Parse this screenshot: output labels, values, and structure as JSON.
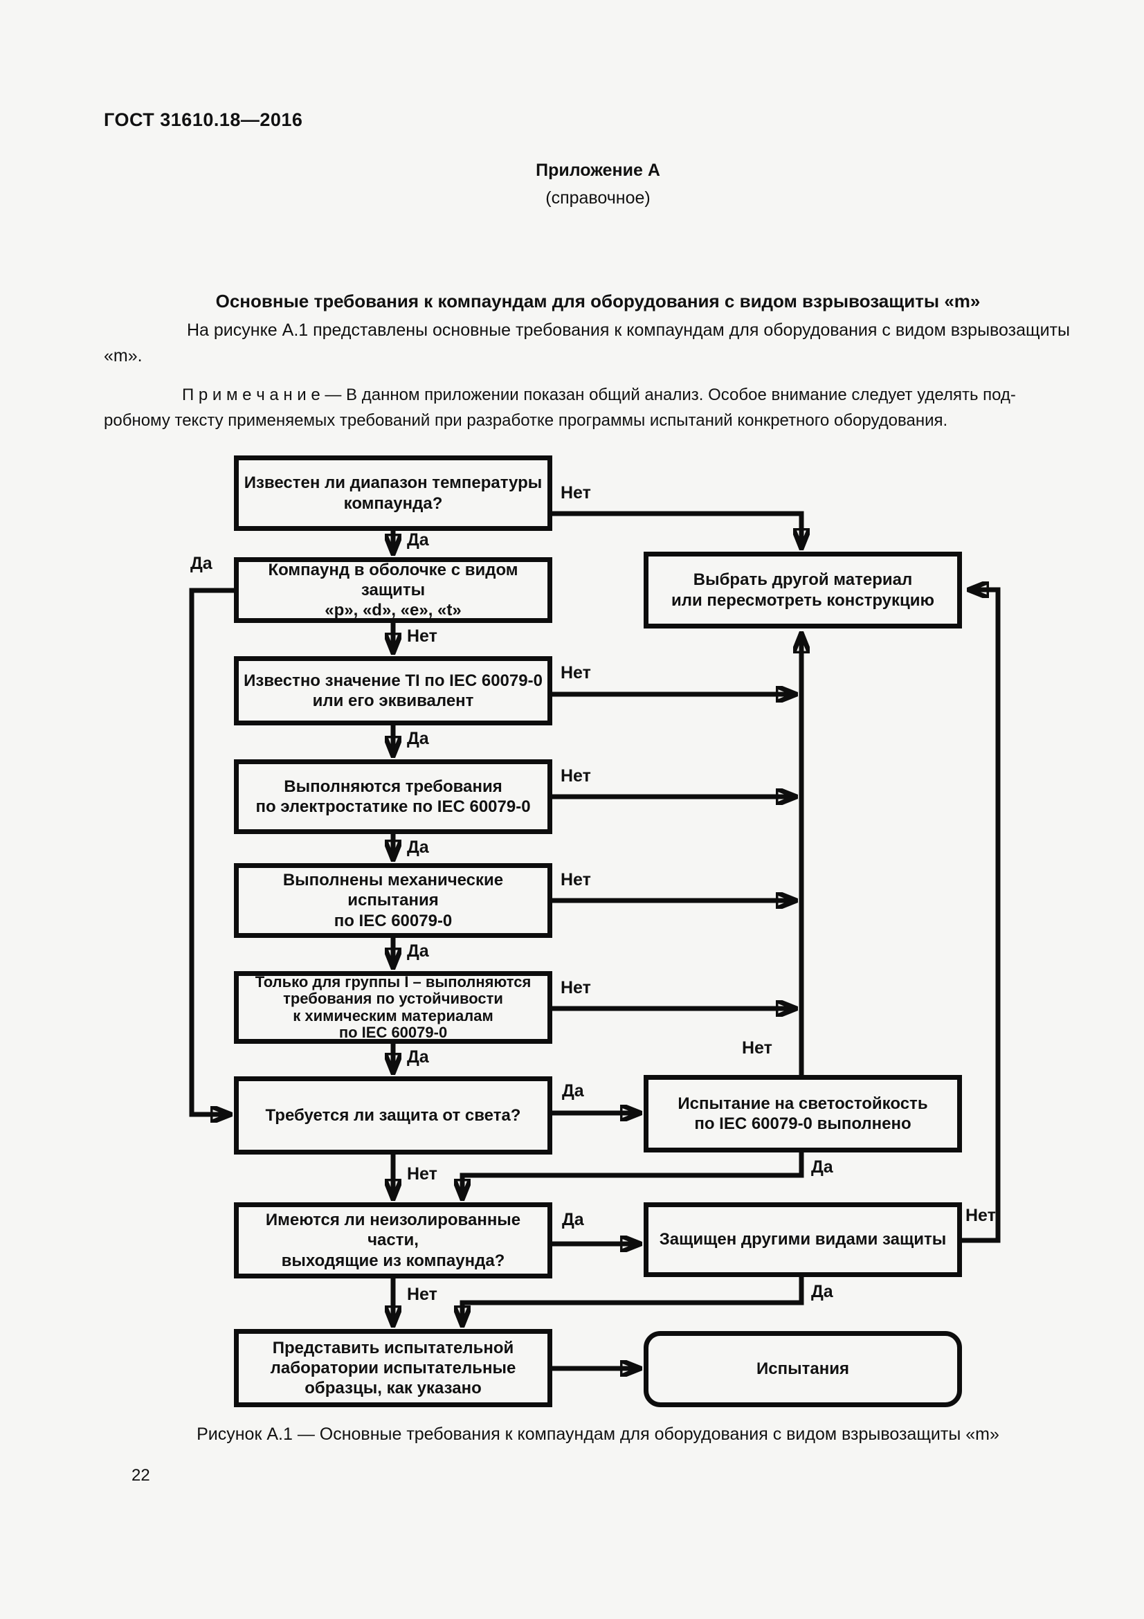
{
  "page": {
    "header": "ГОСТ 31610.18—2016",
    "appendix_title": "Приложение А",
    "appendix_subtitle": "(справочное)",
    "section_title": "Основные требования к компаундам для оборудования с видом взрывозащиты «m»",
    "paragraph_line1": "На рисунке А.1 представлены основные требования к компаундам для оборудования с видом взрывозащиты",
    "paragraph_line2": "«m».",
    "note_line1": "П р и м е ч а н и е — В данном приложении показан общий анализ. Особое внимание следует уделять под-",
    "note_line2": "робному тексту применяемых требований при разработке программы испытаний конкретного оборудования.",
    "figure_caption": "Рисунок А.1 — Основные требования к компаундам для оборудования с видом взрывозащиты «m»",
    "page_number": "22"
  },
  "flowchart": {
    "boxes": {
      "b1": "Известен ли диапазон температуры\nкомпаунда?",
      "b2": "Компаунд в оболочке с видом защиты\n«p», «d», «e», «t»",
      "b3": "Известно значение TI по IEC 60079-0\nили его эквивалент",
      "b4": "Выполняются требования\nпо электростатике по IEC 60079-0",
      "b5": "Выполнены механические испытания\nпо IEC 60079-0",
      "b6": "Только для группы I – выполняются\nтребования по устойчивости\nк химическим материалам\nпо IEC 60079-0",
      "b7": "Требуется ли защита от света?",
      "b8": "Имеются ли неизолированные части,\nвыходящие из компаунда?",
      "b9": "Представить испытательной\nлаборатории испытательные\nобразцы, как указано",
      "r1": "Выбрать другой материал\nили пересмотреть конструкцию",
      "r2": "Испытание на светостойкость\nпо IEC 60079-0 выполнено",
      "r3": "Защищен другими видами защиты",
      "r4": "Испытания"
    },
    "edge_labels": {
      "e1": "Да",
      "e2": "Нет",
      "e3": "Да",
      "e4": "Нет",
      "e5": "Нет",
      "e6": "Нет",
      "e7": "Нет",
      "e8": "Нет",
      "e9": "Нет",
      "e10": "Да",
      "e11": "Да",
      "e12": "Да",
      "e13": "Да",
      "e14": "Да",
      "e15": "Нет",
      "e16": "Да",
      "e17": "Да",
      "e18": "Нет",
      "e19": "Нет",
      "e20": "Да"
    }
  },
  "colors": {
    "paper": "#f6f6f4",
    "ink": "#0d0d0d"
  }
}
